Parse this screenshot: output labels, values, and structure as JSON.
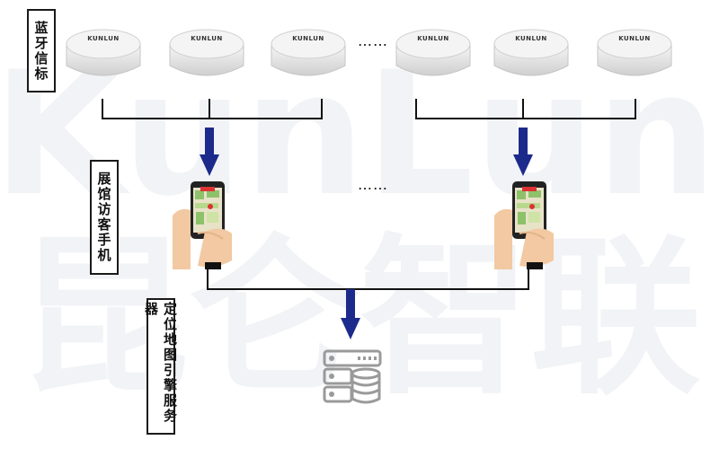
{
  "labels": {
    "beacon": "蓝牙信标",
    "phone": "展馆访客手机",
    "server": "定位地图引擎服务器"
  },
  "beacons": [
    {
      "brand": "KUNLUN"
    },
    {
      "brand": "KUNLUN"
    },
    {
      "brand": "KUNLUN"
    },
    {
      "brand": "KUNLUN"
    },
    {
      "brand": "KUNLUN"
    },
    {
      "brand": "KUNLUN"
    }
  ],
  "ellipsis_top": "……",
  "ellipsis_mid": "……",
  "watermark": {
    "line1": "KunLun",
    "line2": "昆仑智联"
  },
  "icons": {
    "beacon": "bluetooth-beacon-icon",
    "phone": "hand-holding-phone-icon",
    "server": "server-database-icon",
    "arrow": "arrow-down-icon"
  },
  "colors": {
    "arrow": "#1c2a8c",
    "line": "#111111",
    "beacon_body": "#e9e9e9",
    "server": "#9a9a9a"
  }
}
